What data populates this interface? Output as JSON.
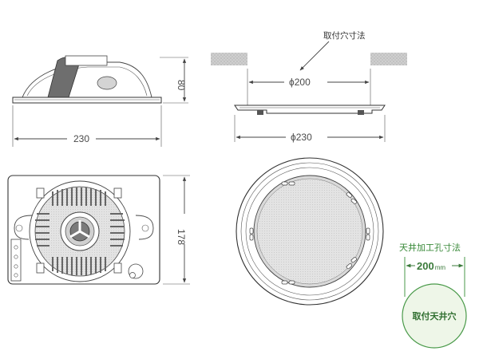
{
  "dimensions": {
    "side_height": "80",
    "side_width": "230",
    "front_height": "178",
    "cutout_diameter": "ϕ200",
    "flange_diameter": "ϕ230"
  },
  "labels": {
    "mount_hole_dimension": "取付穴寸法",
    "ceiling_cut_title": "天井加工孔寸法",
    "ceiling_cut_value": "200",
    "ceiling_cut_unit": "mm",
    "mount_hole": "取付天井穴"
  },
  "colors": {
    "line": "#444444",
    "ceiling_gray": "#c8c8c8",
    "grille_gray": "#d9d9d9",
    "green_accent": "#4a9a4a",
    "green_circle_fill": "#eef6e8"
  }
}
